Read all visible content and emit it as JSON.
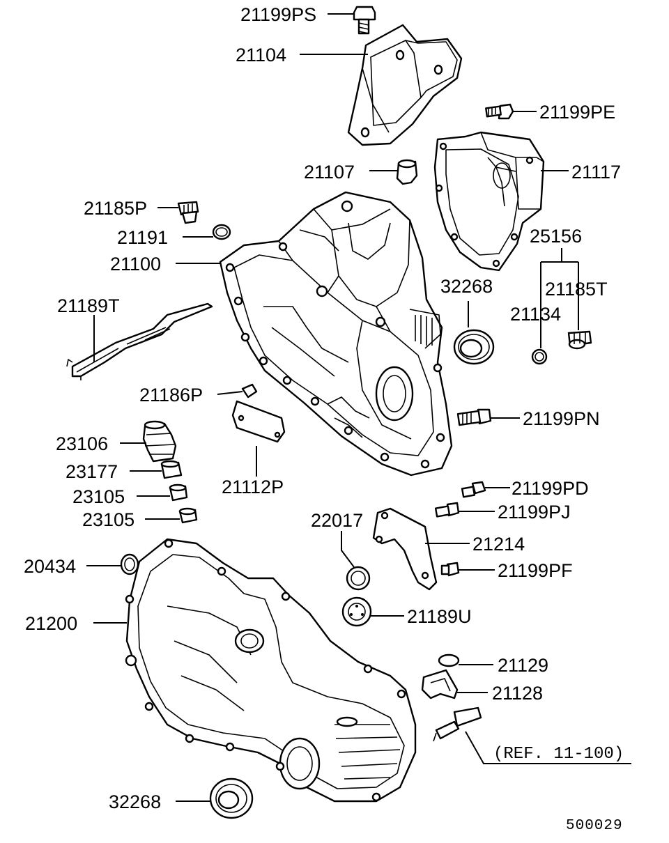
{
  "diagram_code": "500029",
  "reference_note": "(REF. 11-100)",
  "labels": {
    "p21199PS": "21199PS",
    "p21104": "21104",
    "p21199PE": "21199PE",
    "p21107": "21107",
    "p21117": "21117",
    "p21185P": "21185P",
    "p21191": "21191",
    "p25156": "25156",
    "p21100": "21100",
    "p32268a": "32268",
    "p21185T": "21185T",
    "p21189T": "21189T",
    "p21134": "21134",
    "p21186P": "21186P",
    "p21199PN": "21199PN",
    "p23106": "23106",
    "p23177": "23177",
    "p21112P": "21112P",
    "p23105a": "23105",
    "p21199PD": "21199PD",
    "p23105b": "23105",
    "p22017": "22017",
    "p21199PJ": "21199PJ",
    "p21214": "21214",
    "p20434": "20434",
    "p21199PF": "21199PF",
    "p21189U": "21189U",
    "p21200": "21200",
    "p21129": "21129",
    "p21128": "21128",
    "p32268b": "32268"
  }
}
